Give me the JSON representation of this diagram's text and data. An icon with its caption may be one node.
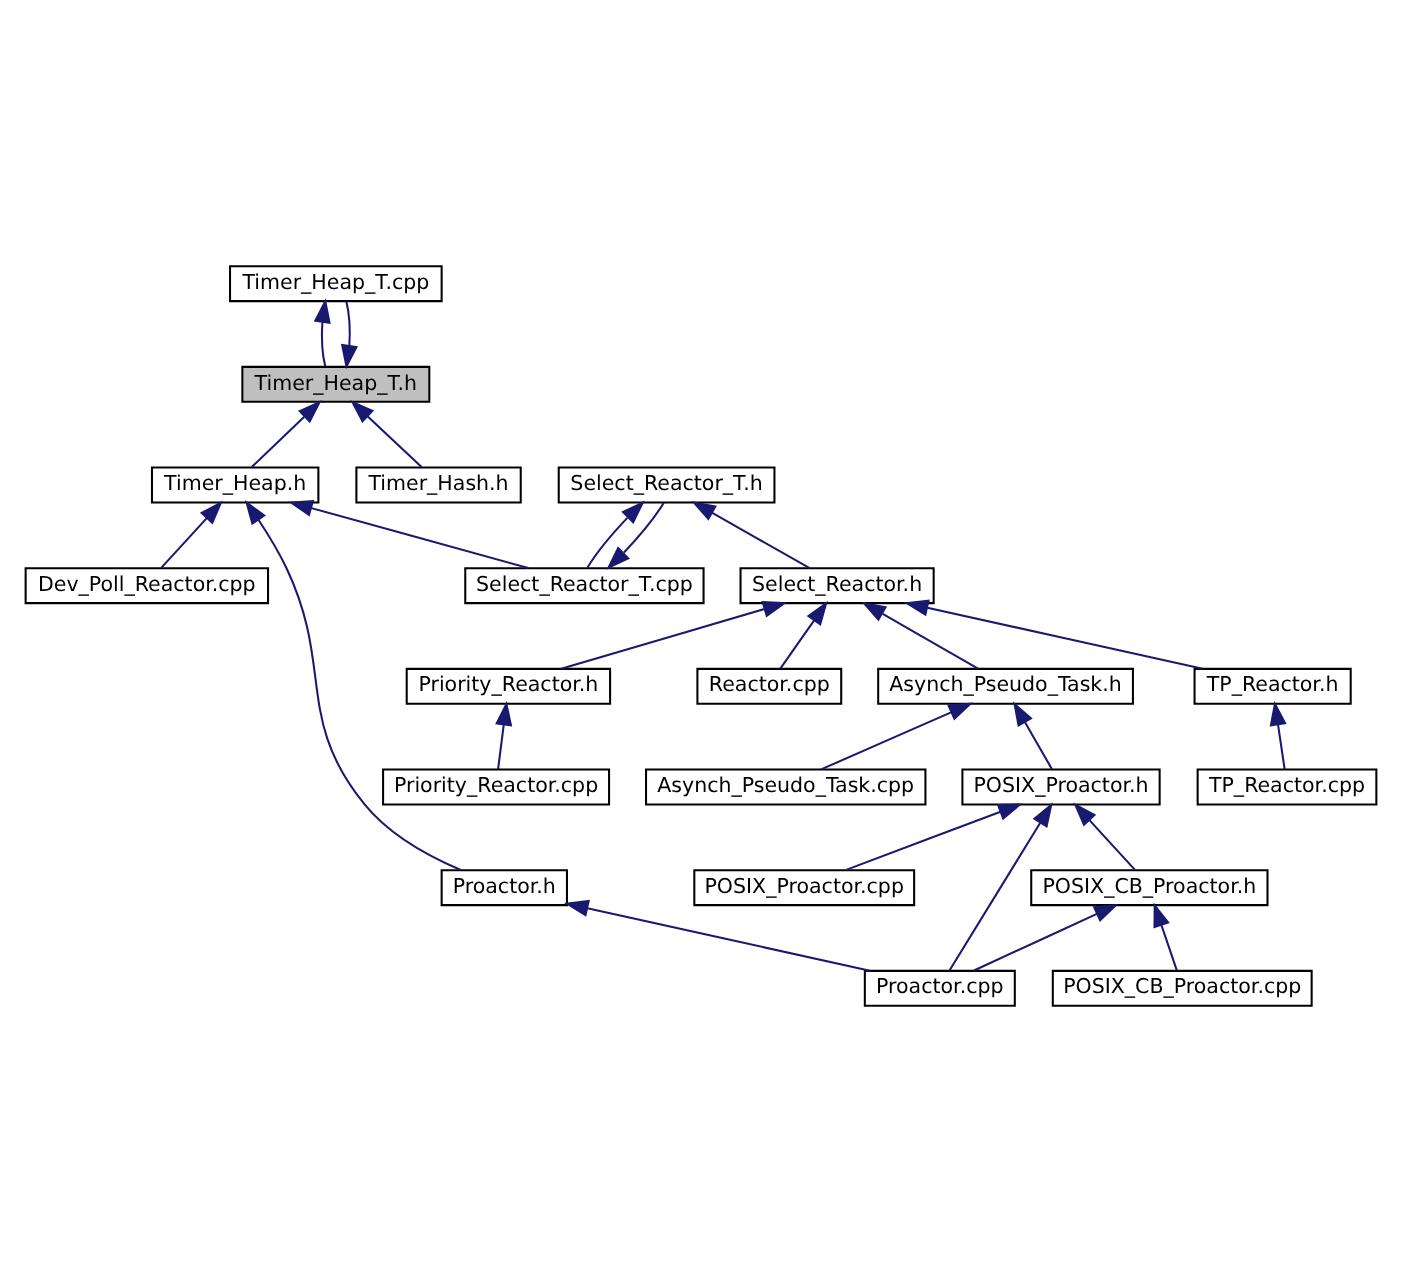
{
  "diagram": {
    "nodes": [
      {
        "text": [
          "Timer_Heap_T.h"
        ]
      },
      {
        "text": [
          "Timer_Heap.h"
        ]
      },
      {
        "text": [
          "Timer_Heap_T.cpp"
        ]
      },
      {
        "text": [
          "Timer_Hash.h"
        ]
      },
      {
        "text": [
          "Select_Reactor_T.cpp"
        ]
      },
      {
        "text": [
          "Dev_Poll_Reactor.cpp"
        ]
      },
      {
        "text": [
          "Proactor.h"
        ]
      },
      {
        "text": [
          "Select_Reactor_T.h"
        ]
      },
      {
        "text": [
          "Select_Reactor.h"
        ]
      },
      {
        "text": [
          "Priority_Reactor.h"
        ]
      },
      {
        "text": [
          "Reactor.cpp"
        ]
      },
      {
        "text": [
          "Asynch_Pseudo_Task.h"
        ]
      },
      {
        "text": [
          "TP_Reactor.h"
        ]
      },
      {
        "text": [
          "Priority_Reactor.cpp"
        ]
      },
      {
        "text": [
          "Asynch_Pseudo_Task.cpp"
        ]
      },
      {
        "text": [
          "POSIX_Proactor.h"
        ]
      },
      {
        "text": [
          "TP_Reactor.cpp"
        ]
      },
      {
        "text": [
          "POSIX_Proactor.cpp"
        ]
      },
      {
        "text": [
          "POSIX_CB_Proactor.h"
        ]
      },
      {
        "text": [
          "Proactor.cpp"
        ]
      },
      {
        "text": [
          "POSIX_CB_Proactor.cpp"
        ]
      }
    ],
    "edges": [
      {
        "from": 1,
        "to": 0,
        "arrow": "to"
      },
      {
        "from": 2,
        "to": 0,
        "arrow": "to"
      },
      {
        "from": 0,
        "to": 2,
        "arrow": "to"
      },
      {
        "from": 3,
        "to": 0,
        "arrow": "to"
      },
      {
        "from": 4,
        "to": 1,
        "arrow": "to"
      },
      {
        "from": 5,
        "to": 1,
        "arrow": "to"
      },
      {
        "from": 6,
        "to": 1,
        "arrow": "to"
      },
      {
        "from": 7,
        "to": 4,
        "arrow": "to"
      },
      {
        "from": 4,
        "to": 7,
        "arrow": "to"
      },
      {
        "from": 8,
        "to": 7,
        "arrow": "to"
      },
      {
        "from": 9,
        "to": 8,
        "arrow": "to"
      },
      {
        "from": 10,
        "to": 8,
        "arrow": "to"
      },
      {
        "from": 11,
        "to": 8,
        "arrow": "to"
      },
      {
        "from": 12,
        "to": 8,
        "arrow": "to"
      },
      {
        "from": 13,
        "to": 9,
        "arrow": "to"
      },
      {
        "from": 14,
        "to": 11,
        "arrow": "to"
      },
      {
        "from": 15,
        "to": 11,
        "arrow": "to"
      },
      {
        "from": 16,
        "to": 12,
        "arrow": "to"
      },
      {
        "from": 17,
        "to": 15,
        "arrow": "to"
      },
      {
        "from": 18,
        "to": 15,
        "arrow": "to"
      },
      {
        "from": 19,
        "to": 15,
        "arrow": "to"
      },
      {
        "from": 19,
        "to": 18,
        "arrow": "to"
      },
      {
        "from": 19,
        "to": 6,
        "arrow": "to"
      },
      {
        "from": 20,
        "to": 18,
        "arrow": "to"
      }
    ]
  }
}
